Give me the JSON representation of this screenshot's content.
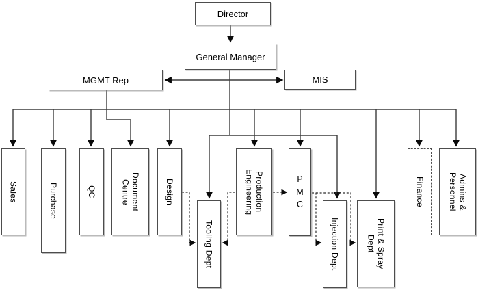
{
  "nodes": {
    "director": {
      "label": "Director"
    },
    "general_manager": {
      "label": "General Manager"
    },
    "mgmt_rep": {
      "label": "MGMT Rep"
    },
    "mis": {
      "label": "MIS"
    },
    "sales": {
      "label": "Sales"
    },
    "purchase": {
      "label": "Purchase"
    },
    "qc": {
      "label": "QC"
    },
    "document_centre": {
      "label": "Document\nCentre"
    },
    "design": {
      "label": "Design"
    },
    "tooling": {
      "label": "Tooling Dept"
    },
    "production_engineering": {
      "label": "Production\nEngineering"
    },
    "pmc": {
      "label": "P\nM\nC"
    },
    "injection": {
      "label": "Injection Dept"
    },
    "print_spray": {
      "label": "Print & Spray\nDept"
    },
    "finance": {
      "label": "Finance",
      "border": "dashed"
    },
    "admins": {
      "label": "Admins &\nPersonnel"
    }
  },
  "edges": [
    {
      "from": "director",
      "to": "general_manager",
      "style": "solid-arrow"
    },
    {
      "from": "mgmt_rep",
      "to": "mis",
      "style": "solid-double-arrow"
    },
    {
      "from": "mgmt_rep",
      "to": "document_centre",
      "style": "solid-arrow"
    },
    {
      "from": "general_manager",
      "to": "sales",
      "style": "solid-arrow"
    },
    {
      "from": "general_manager",
      "to": "purchase",
      "style": "solid-arrow"
    },
    {
      "from": "general_manager",
      "to": "qc",
      "style": "solid-arrow"
    },
    {
      "from": "general_manager",
      "to": "design",
      "style": "solid-arrow"
    },
    {
      "from": "general_manager",
      "to": "tooling",
      "style": "solid-arrow"
    },
    {
      "from": "general_manager",
      "to": "production_engineering",
      "style": "solid-arrow"
    },
    {
      "from": "general_manager",
      "to": "pmc",
      "style": "solid-arrow"
    },
    {
      "from": "general_manager",
      "to": "injection",
      "style": "solid-arrow"
    },
    {
      "from": "general_manager",
      "to": "print_spray",
      "style": "solid-arrow"
    },
    {
      "from": "general_manager",
      "to": "finance",
      "style": "solid-arrow"
    },
    {
      "from": "general_manager",
      "to": "admins",
      "style": "solid-arrow"
    },
    {
      "from": "design",
      "to": "tooling",
      "style": "dashed-arrow"
    },
    {
      "from": "production_engineering",
      "to": "tooling",
      "style": "dashed-arrow"
    },
    {
      "from": "production_engineering",
      "to": "pmc",
      "style": "dashed-arrow"
    },
    {
      "from": "pmc",
      "to": "injection",
      "style": "dashed-arrow"
    },
    {
      "from": "pmc",
      "to": "print_spray",
      "style": "dashed-arrow"
    }
  ],
  "colors": {
    "background": "#ffffff",
    "box_border": "#4d4d4d",
    "line": "#3c3c3c",
    "arrowhead": "#0a0a0a",
    "text": "#000000"
  }
}
